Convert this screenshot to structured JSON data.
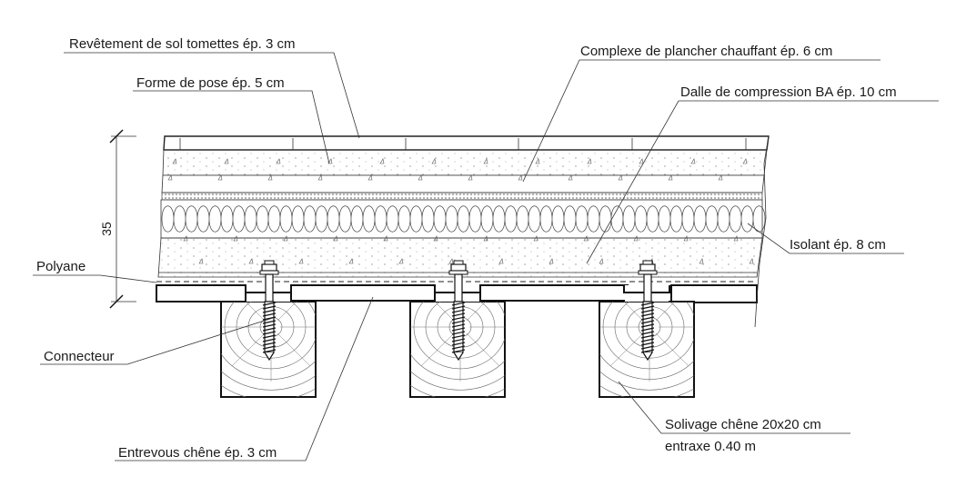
{
  "labels": {
    "revetement": "Revêtement de sol tomettes ép. 3 cm",
    "forme_pose": "Forme de pose ép. 5 cm",
    "complexe": "Complexe de plancher chauffant ép. 6 cm",
    "dalle": "Dalle de compression BA ép. 10 cm",
    "isolant": "Isolant ép. 8 cm",
    "polyane": "Polyane",
    "connecteur": "Connecteur",
    "entrevous": "Entrevous chêne ép. 3 cm",
    "solivage": "Solivage chêne 20x20 cm",
    "entraxe": "entraxe 0.40 m"
  },
  "dimension": {
    "total_thickness": "35"
  }
}
